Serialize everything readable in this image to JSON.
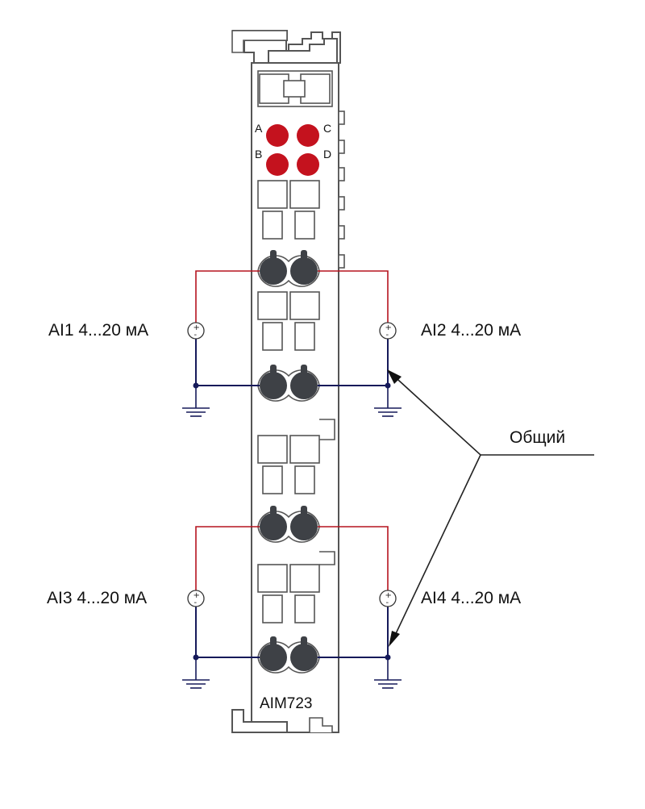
{
  "module": {
    "model": "AIM723",
    "leds": [
      "A",
      "B",
      "C",
      "D"
    ]
  },
  "channels": [
    {
      "id": "AI1",
      "label": "AI1 4...20 мА"
    },
    {
      "id": "AI2",
      "label": "AI2 4...20 мА"
    },
    {
      "id": "AI3",
      "label": "AI3 4...20 мА"
    },
    {
      "id": "AI4",
      "label": "AI4 4...20 мА"
    }
  ],
  "source_symbol": {
    "plus": "+",
    "minus": "-"
  },
  "common": {
    "label": "Общий"
  },
  "colors": {
    "signal_wire": "#b5141f",
    "common_wire": "#161a5a",
    "led": "#c4121e",
    "terminal_screw": "#3e4146",
    "housing_stroke": "#555555"
  }
}
